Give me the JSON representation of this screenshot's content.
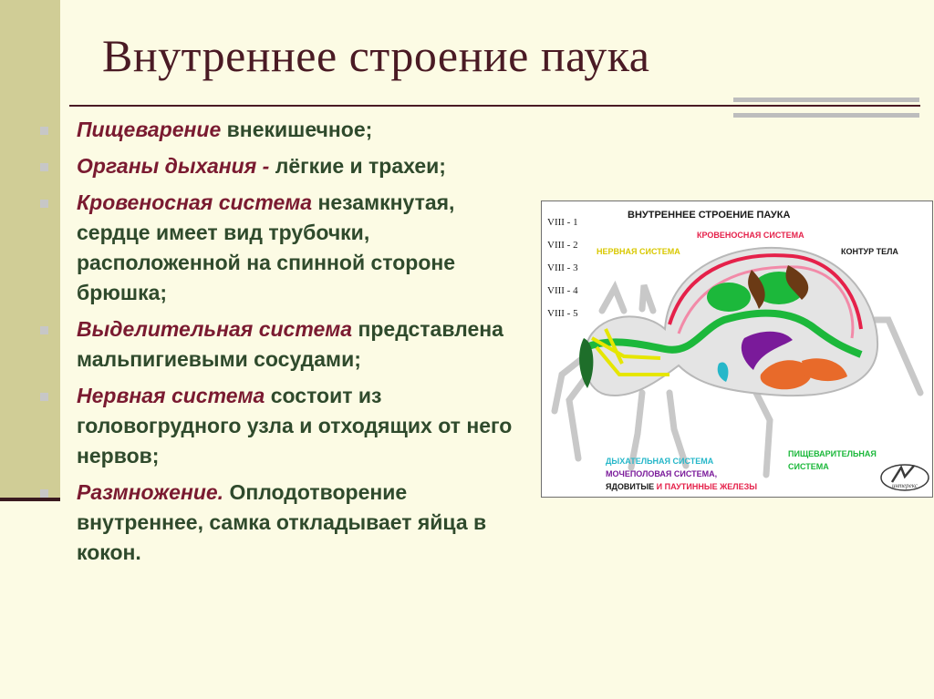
{
  "title": "Внутреннее строение паука",
  "bullets": [
    {
      "term": "Пищеварение",
      "text": " внекишечное;"
    },
    {
      "term": "Органы дыхания -",
      "text": " лёгкие и трахеи;"
    },
    {
      "term": "Кровеносная система",
      "text": " незамкнутая, сердце имеет вид трубочки, расположенной на спинной стороне брюшка;"
    },
    {
      "term": "Выделительная система",
      "text": " представлена мальпигиевыми сосудами;"
    },
    {
      "term": "Нервная система",
      "text": " состоит из головогрудного узла и отходящих от него нервов;"
    },
    {
      "term": "Размножение.",
      "text": " Оплодотворение внутреннее, самка откладывает яйца в кокон."
    }
  ],
  "diagram": {
    "title": "ВНУТРЕННЕЕ СТРОЕНИЕ ПАУКА",
    "segments": [
      "VIII - 1",
      "VIII - 2",
      "VIII - 3",
      "VIII - 4",
      "VIII - 5"
    ],
    "labels": {
      "circulatory": "КРОВЕНОСНАЯ СИСТЕМА",
      "nervous": "НЕРВНАЯ СИСТЕМА",
      "contour": "КОНТУР ТЕЛА",
      "respiratory": "ДЫХАТЕЛЬНАЯ СИСТЕМА",
      "reproductive": "МОЧЕПОЛОВАЯ СИСТЕМА,",
      "venom": "ЯДОВИТЫЕ",
      "and_silk": " И ПАУТИННЫЕ ЖЕЛЕЗЫ",
      "digestive_1": "ПИЩЕВАРИТЕЛЬНАЯ",
      "digestive_2": "СИСТЕМА",
      "publisher": "интерекс"
    },
    "colors": {
      "circulatory": "#e5214a",
      "nervous": "#e6e600",
      "digestive": "#1cb83b",
      "respiratory": "#26b7c9",
      "reproductive": "#7a1a9a",
      "silk": "#e86a2a",
      "body": "#d9d9d9"
    }
  }
}
